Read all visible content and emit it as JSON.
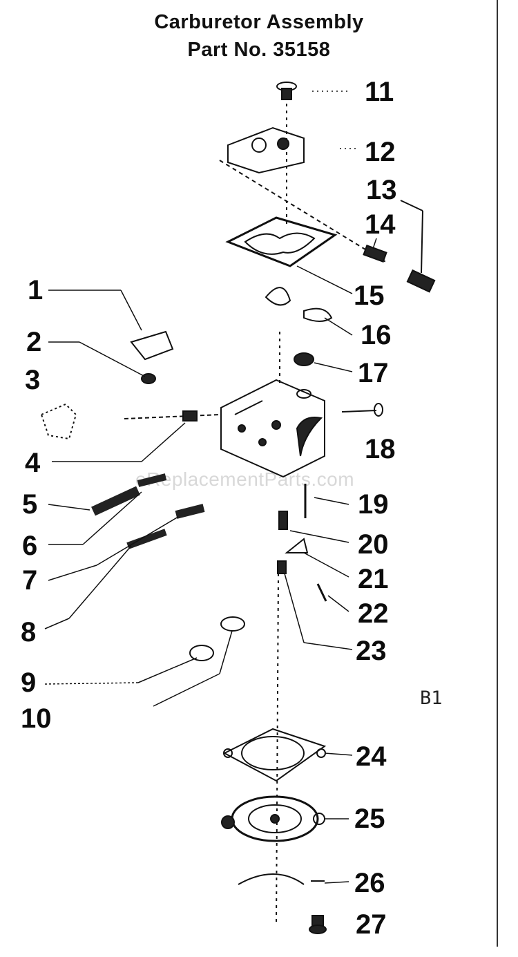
{
  "title": "Carburetor Assembly",
  "part_number": "Part No. 35158",
  "diagram_code": "B1",
  "watermark": "eReplacementParts.com",
  "callouts": [
    "1",
    "2",
    "3",
    "4",
    "5",
    "6",
    "7",
    "8",
    "9",
    "10",
    "11",
    "12",
    "13",
    "14",
    "15",
    "16",
    "17",
    "18",
    "19",
    "20",
    "21",
    "22",
    "23",
    "24",
    "25",
    "26",
    "27"
  ]
}
